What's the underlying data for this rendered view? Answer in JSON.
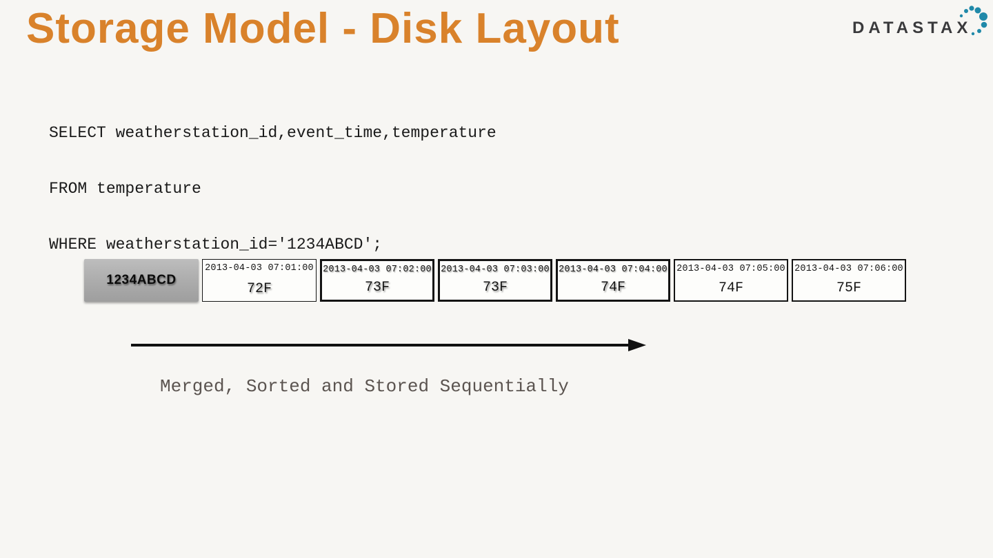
{
  "slide": {
    "title": "Storage Model - Disk Layout",
    "logo": {
      "wordmark": "DATASTAX"
    },
    "sql_query": {
      "lines": [
        "SELECT weatherstation_id,event_time,temperature",
        "FROM temperature",
        "WHERE weatherstation_id='1234ABCD';"
      ]
    },
    "disk_layout": {
      "partition_key": "1234ABCD",
      "cells": [
        {
          "timestamp": "2013-04-03 07:01:00",
          "temperature": "72F"
        },
        {
          "timestamp": "2013-04-03 07:02:00",
          "temperature": "73F"
        },
        {
          "timestamp": "2013-04-03 07:03:00",
          "temperature": "73F"
        },
        {
          "timestamp": "2013-04-03 07:04:00",
          "temperature": "74F"
        },
        {
          "timestamp": "2013-04-03 07:05:00",
          "temperature": "74F"
        },
        {
          "timestamp": "2013-04-03 07:06:00",
          "temperature": "75F"
        }
      ]
    },
    "caption": "Merged, Sorted and Stored Sequentially",
    "colors": {
      "background": "#F7F6F3",
      "title": "#D9822B",
      "text": "#1A1A1A",
      "caption": "#5B5450",
      "logo_dark": "#3A3A3C",
      "logo_teal": "#2089A9",
      "partition_fill": "#ABABAB"
    }
  }
}
